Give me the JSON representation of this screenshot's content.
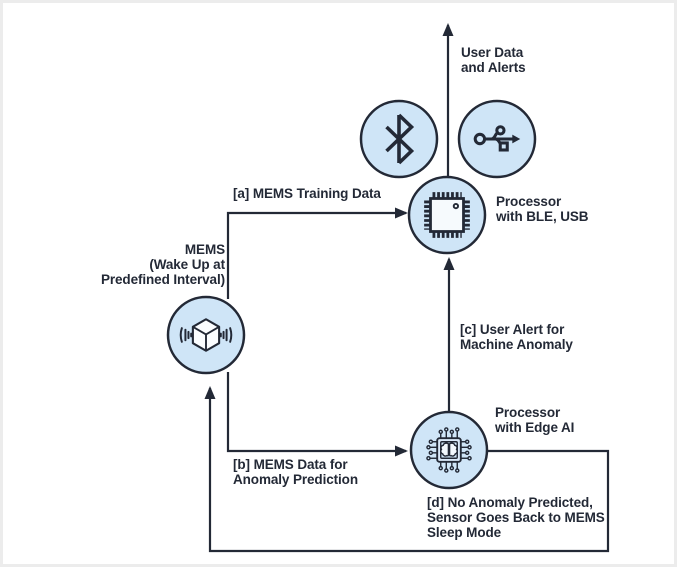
{
  "colors": {
    "ink": "#232936",
    "node_fill": "#cfe5f7",
    "node_inner": "#f6fafd",
    "background": "#ffffff"
  },
  "nodes": {
    "mems": {
      "label": "MEMS\n(Wake Up at\nPredefined Interval)",
      "icon": "mems-vibrating-cube-icon"
    },
    "processor_ble": {
      "label": "Processor\nwith BLE, USB",
      "icon": "chip-icon"
    },
    "processor_edge": {
      "label": "Processor\nwith Edge AI",
      "icon": "edge-ai-brain-chip-icon"
    },
    "bluetooth": {
      "icon": "bluetooth-icon"
    },
    "usb": {
      "icon": "usb-icon"
    }
  },
  "flows": {
    "output": {
      "label": "User Data\nand Alerts"
    },
    "a": {
      "label": "[a] MEMS Training Data"
    },
    "b": {
      "label": "[b] MEMS Data for\nAnomaly Prediction"
    },
    "c": {
      "label": "[c] User Alert for\nMachine Anomaly"
    },
    "d": {
      "label": "[d] No Anomaly Predicted,\nSensor Goes Back to MEMS\nSleep Mode"
    }
  }
}
